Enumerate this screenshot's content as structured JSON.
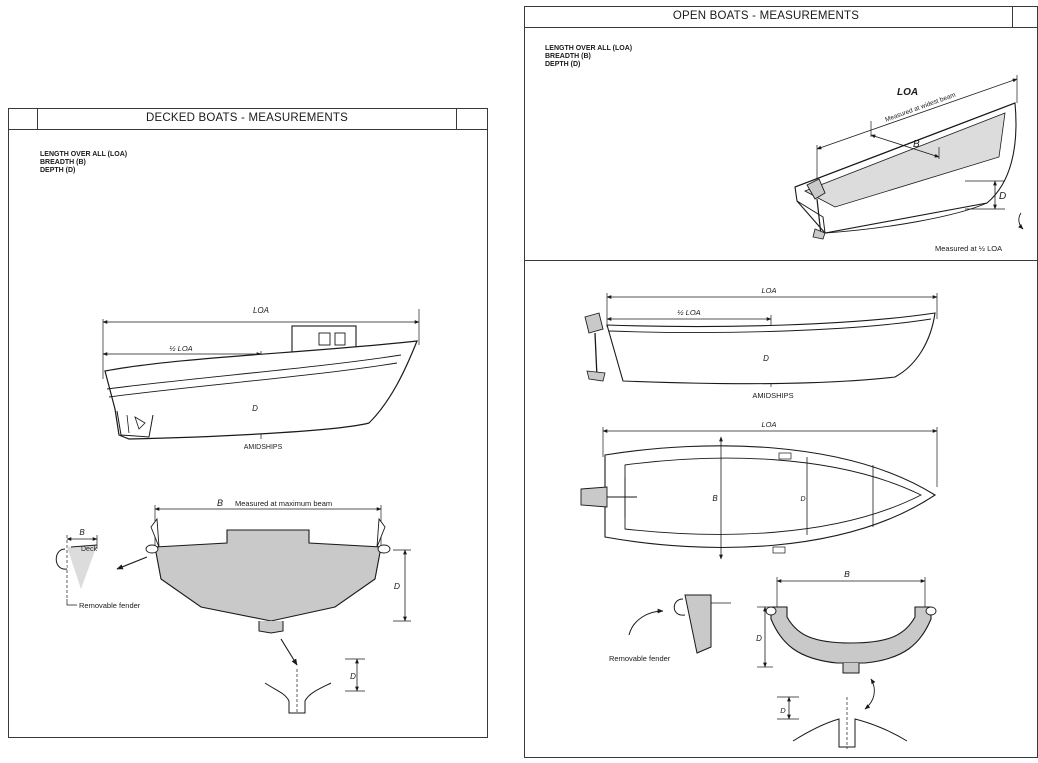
{
  "decked": {
    "title": "DECKED BOATS - MEASUREMENTS",
    "legend": [
      "LENGTH OVER ALL (LOA)",
      "BREADTH (B)",
      "DEPTH (D)"
    ],
    "labels": {
      "loa": "LOA",
      "half_loa": "½ LOA",
      "d": "D",
      "amidships": "AMIDSHIPS",
      "b": "B",
      "measured_max_beam": "Measured at maximum beam",
      "deck": "Deck",
      "removable_fender": "Removable fender"
    }
  },
  "open": {
    "title": "OPEN BOATS - MEASUREMENTS",
    "legend": [
      "LENGTH OVER ALL (LOA)",
      "BREADTH (B)",
      "DEPTH (D)"
    ],
    "labels": {
      "loa": "LOA",
      "b": "B",
      "d": "D",
      "measured_widest": "Measured at widest beam",
      "measured_half_loa": "Measured at ½ LOA",
      "half_loa": "½ LOA",
      "amidships": "AMIDSHIPS",
      "removable_fender": "Removable fender"
    }
  },
  "colors": {
    "line": "#1a1a1a",
    "fill": "#c9c9c9",
    "fill_light": "#dcdcdc"
  }
}
